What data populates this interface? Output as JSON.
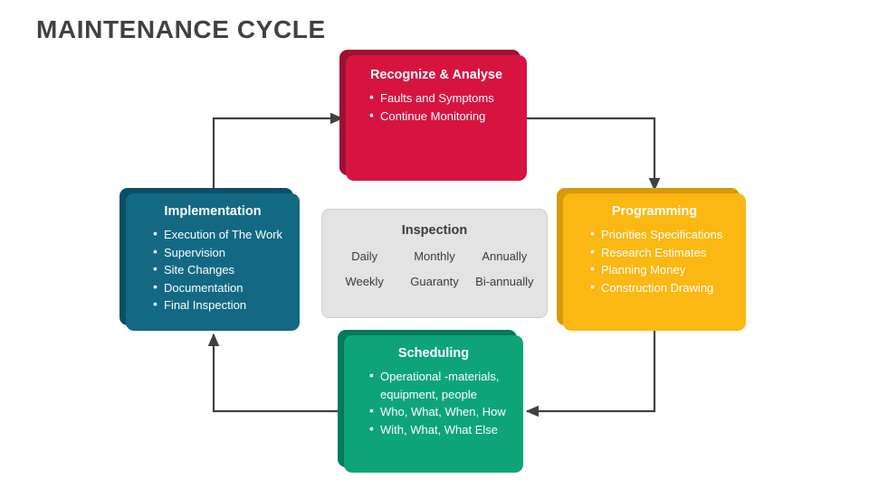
{
  "page": {
    "title": "MAINTENANCE CYCLE",
    "background": "#FFFFFF",
    "title_color": "#414141"
  },
  "chart_data": {
    "type": "diagram",
    "layout": "cycle",
    "title": "MAINTENANCE CYCLE",
    "nodes": [
      {
        "id": "recognize",
        "title": "Recognize & Analyse",
        "color": "#D71440",
        "shadow_color": "#A00F33",
        "position": "top",
        "bullets": [
          "Faults and Symptoms",
          "Continue Monitoring"
        ]
      },
      {
        "id": "programming",
        "title": "Programming",
        "color": "#FBB712",
        "shadow_color": "#D49A0C",
        "position": "right",
        "bullets": [
          "Priorities Specifications",
          "Research Estimates",
          "Planning Money",
          "Construction Drawing"
        ]
      },
      {
        "id": "scheduling",
        "title": "Scheduling",
        "color": "#0EA47A",
        "shadow_color": "#00795E",
        "position": "bottom",
        "bullets": [
          "Operational -materials, equipment, people",
          "Who, What, When, How",
          "With, What, What Else"
        ]
      },
      {
        "id": "implementation",
        "title": "Implementation",
        "color": "#136983",
        "shadow_color": "#0B4F66",
        "position": "left",
        "bullets": [
          "Execution of The Work",
          "Supervision",
          "Site Changes",
          "Documentation",
          "Final Inspection"
        ]
      }
    ],
    "center": {
      "id": "inspection",
      "title": "Inspection",
      "color": "#E3E3E3",
      "text_color": "#3B3B3B",
      "cells": [
        "Daily",
        "Monthly",
        "Annually",
        "Weekly",
        "Guaranty",
        "Bi-annually"
      ]
    },
    "edges": [
      {
        "from": "implementation",
        "to": "recognize"
      },
      {
        "from": "recognize",
        "to": "programming"
      },
      {
        "from": "programming",
        "to": "scheduling"
      },
      {
        "from": "scheduling",
        "to": "implementation"
      }
    ],
    "edge_color": "#404040"
  },
  "nodes": {
    "recognize": {
      "title": "Recognize & Analyse",
      "bullets": [
        "Faults and Symptoms",
        "Continue Monitoring"
      ]
    },
    "implementation": {
      "title": "Implementation",
      "bullets": [
        "Execution of The Work",
        "Supervision",
        "Site Changes",
        "Documentation",
        "Final Inspection"
      ]
    },
    "programming": {
      "title": "Programming",
      "bullets": [
        "Priorities Specifications",
        "Research Estimates",
        "Planning Money",
        "Construction Drawing"
      ]
    },
    "scheduling": {
      "title": "Scheduling",
      "bullets": [
        "Operational -materials, equipment, people",
        "Who, What, When, How",
        "With, What, What Else"
      ]
    },
    "inspection": {
      "title": "Inspection",
      "cells": [
        "Daily",
        "Monthly",
        "Annually",
        "Weekly",
        "Guaranty",
        "Bi-annually"
      ]
    }
  }
}
